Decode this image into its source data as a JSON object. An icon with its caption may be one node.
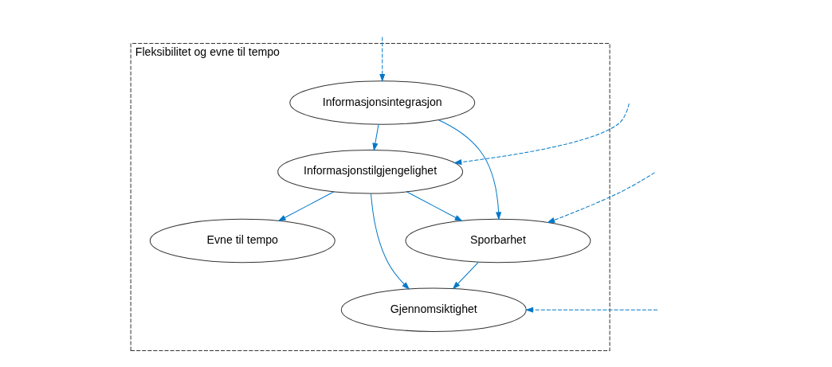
{
  "diagram": {
    "nodes": [
      {
        "text": [
          "Fleksibilitet og evne til tempo"
        ]
      },
      {
        "text": [
          "Informasjonsintegrasjon"
        ],
        "in": 0
      },
      {
        "text": [
          "Informasjonstilgjengelighet"
        ],
        "in": 0
      },
      {
        "text": [
          "Sporbarhet"
        ],
        "in": 0
      },
      {
        "text": [
          "Evne til tempo"
        ],
        "in": 0
      },
      {
        "text": [
          "Gjennomsiktighet"
        ],
        "in": 0
      }
    ],
    "edges": [
      {
        "from": 1,
        "to": 2,
        "arrow": "to"
      },
      {
        "from": 1,
        "to": 3,
        "arrow": "to"
      },
      {
        "from": 2,
        "to": 3,
        "arrow": "to"
      },
      {
        "from": 2,
        "to": 4,
        "arrow": "to"
      },
      {
        "from": 2,
        "to": 5,
        "arrow": "to"
      },
      {
        "from": 3,
        "to": 5,
        "arrow": "to"
      },
      {
        "from": null,
        "to": 1,
        "arrow": "to",
        "style": "dashed"
      },
      {
        "from": null,
        "to": 2,
        "arrow": "to",
        "style": "dashed"
      },
      {
        "from": null,
        "to": 3,
        "arrow": "to",
        "style": "dashed"
      },
      {
        "from": null,
        "to": 5,
        "arrow": "to",
        "style": "dashed"
      }
    ]
  }
}
